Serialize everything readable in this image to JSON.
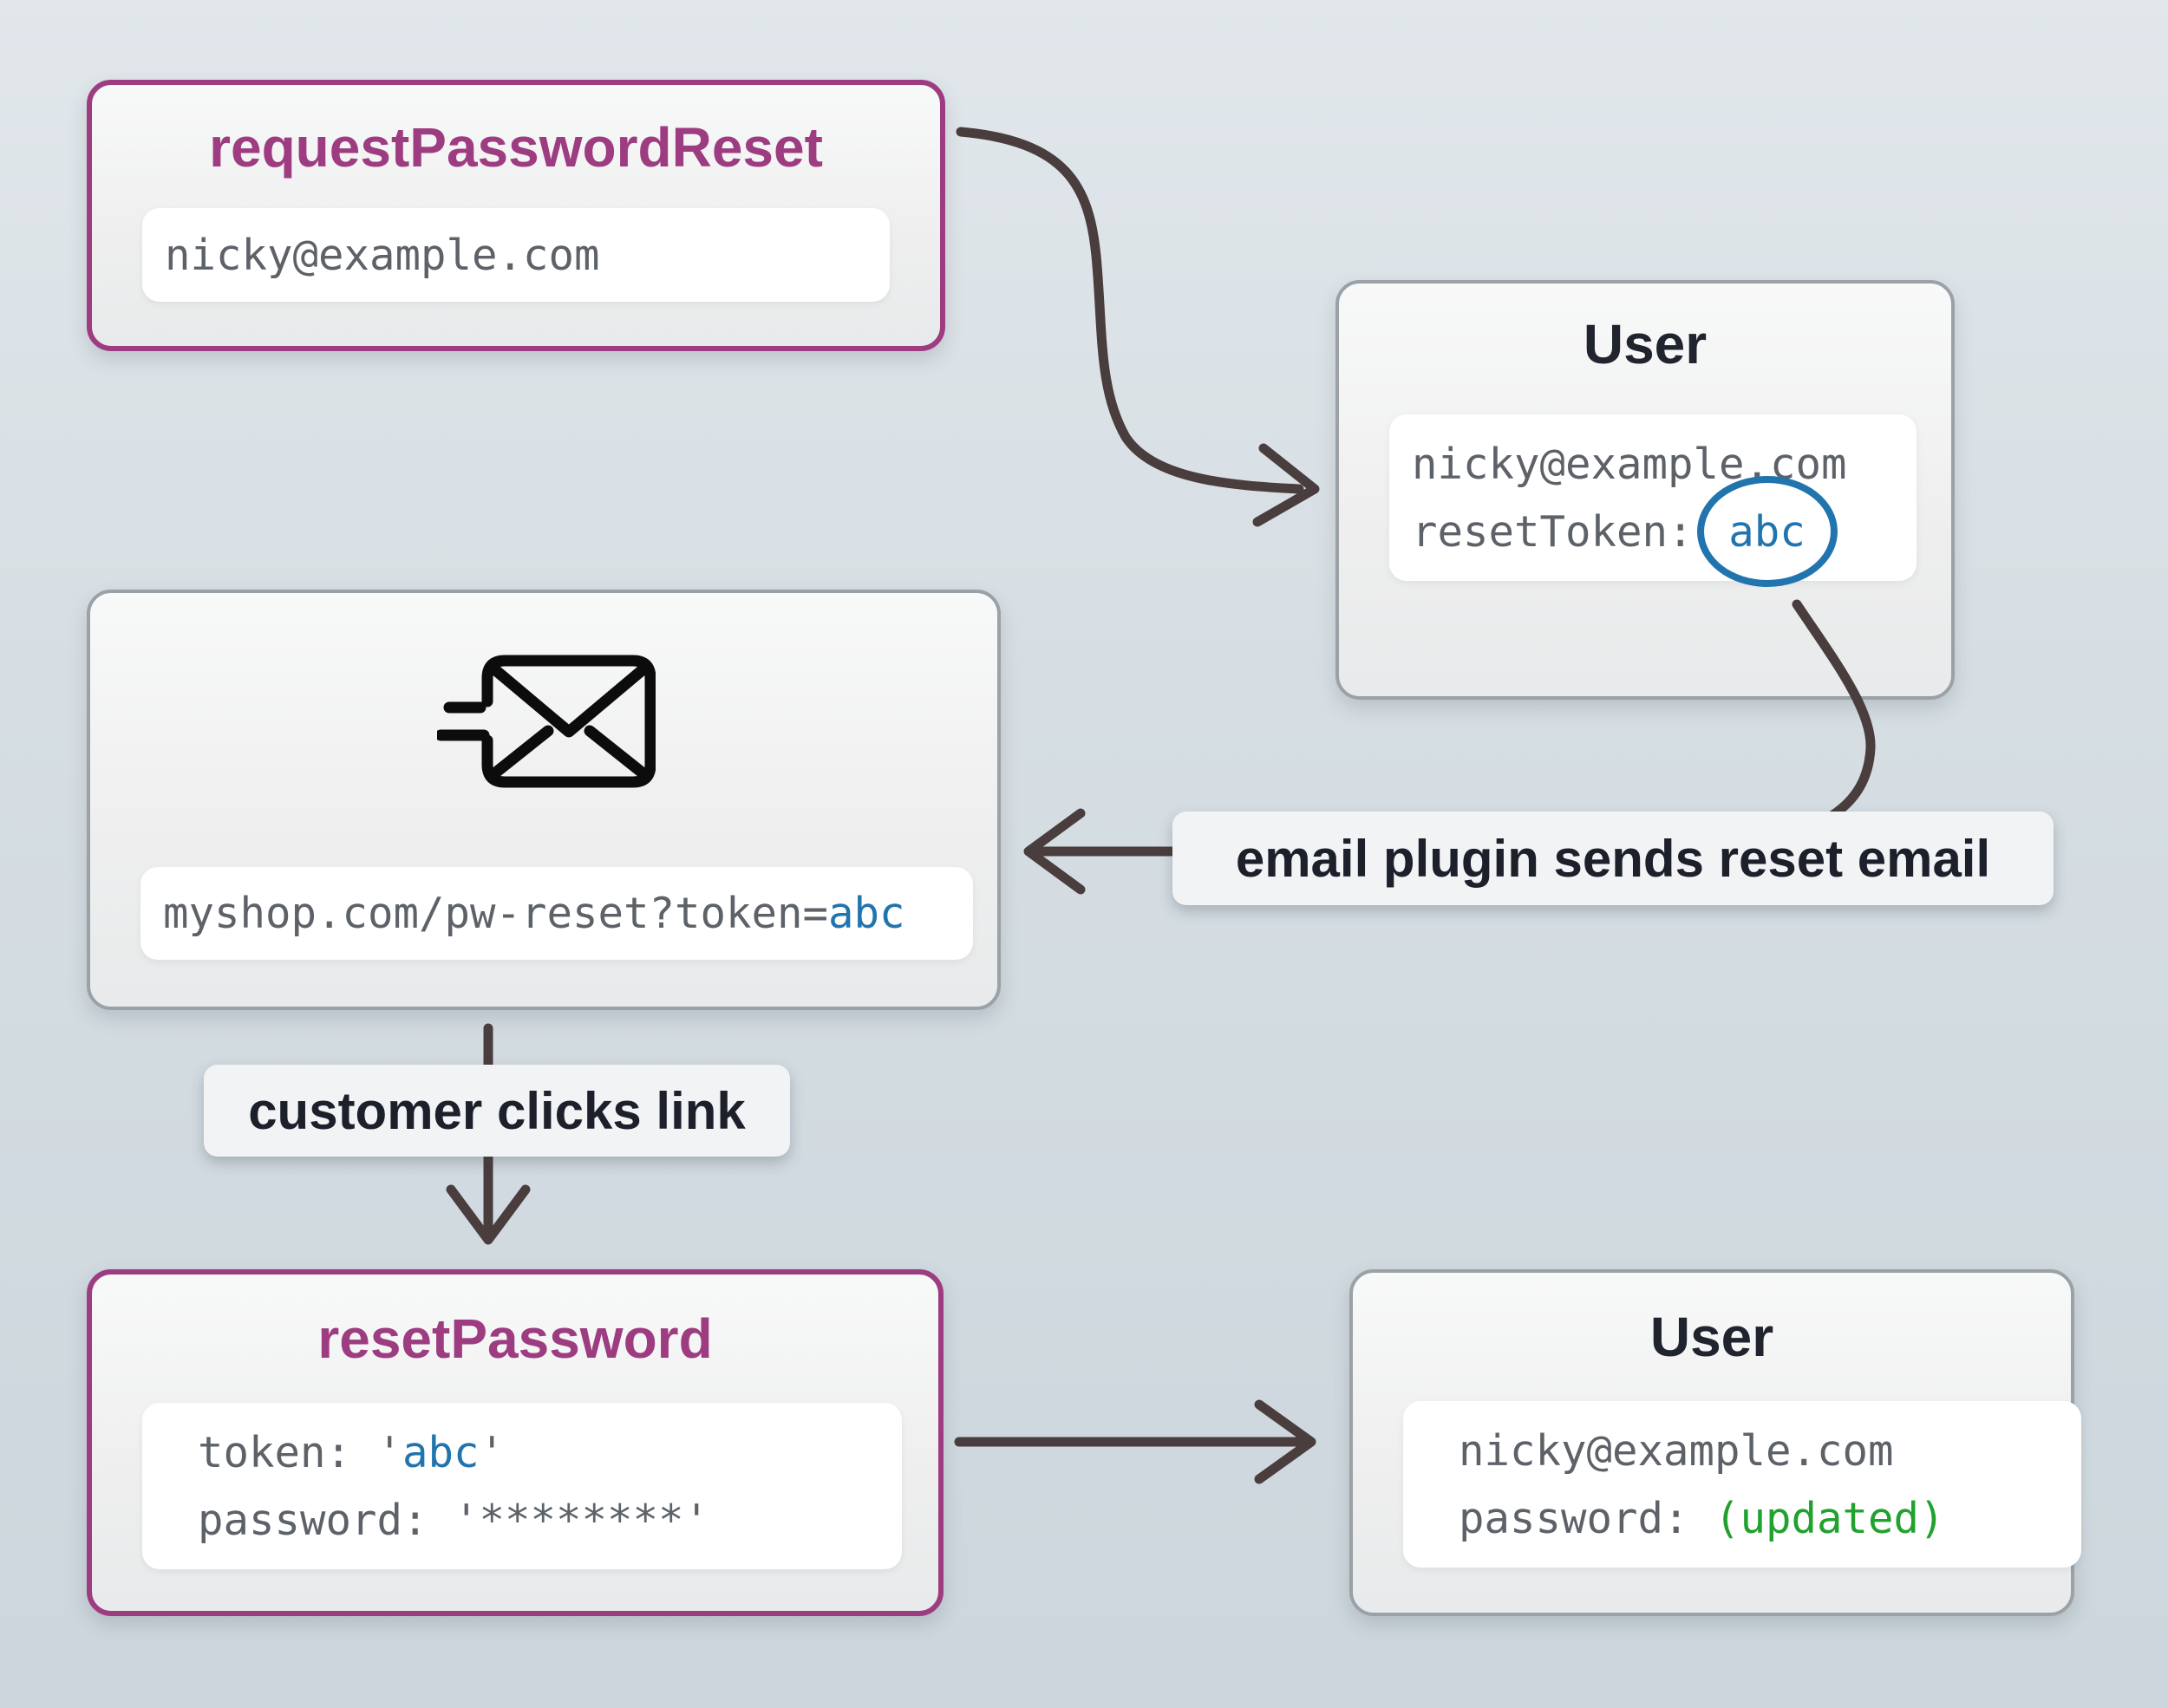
{
  "colors": {
    "accent_purple": "#9d3c80",
    "box_border_gray": "#9aa1a7",
    "arrow": "#493d3e",
    "token_blue": "#2274ae",
    "updated_green": "#21a12e",
    "mono_text_gray": "#5d6269",
    "label_text_dark": "#1c202b"
  },
  "boxes": {
    "request_password_reset": {
      "title": "requestPasswordReset",
      "email_value": "nicky@example.com"
    },
    "user_top": {
      "title": "User",
      "email_value": "nicky@example.com",
      "reset_token_label": "resetToken:",
      "reset_token_value": "abc"
    },
    "email_message": {
      "icon": "send-email-icon",
      "url_prefix": "myshop.com/pw-reset?token=",
      "url_token": "abc"
    },
    "reset_password": {
      "title": "resetPassword",
      "token_label": "token: ",
      "quote": "'",
      "token_value": "abc",
      "password_line": "password: '********'"
    },
    "user_bottom": {
      "title": "User",
      "email_value": "nicky@example.com",
      "password_label": "password: ",
      "password_value": "(updated)"
    }
  },
  "flow_labels": {
    "email_plugin": "email plugin sends reset email",
    "customer_clicks": "customer clicks link"
  }
}
